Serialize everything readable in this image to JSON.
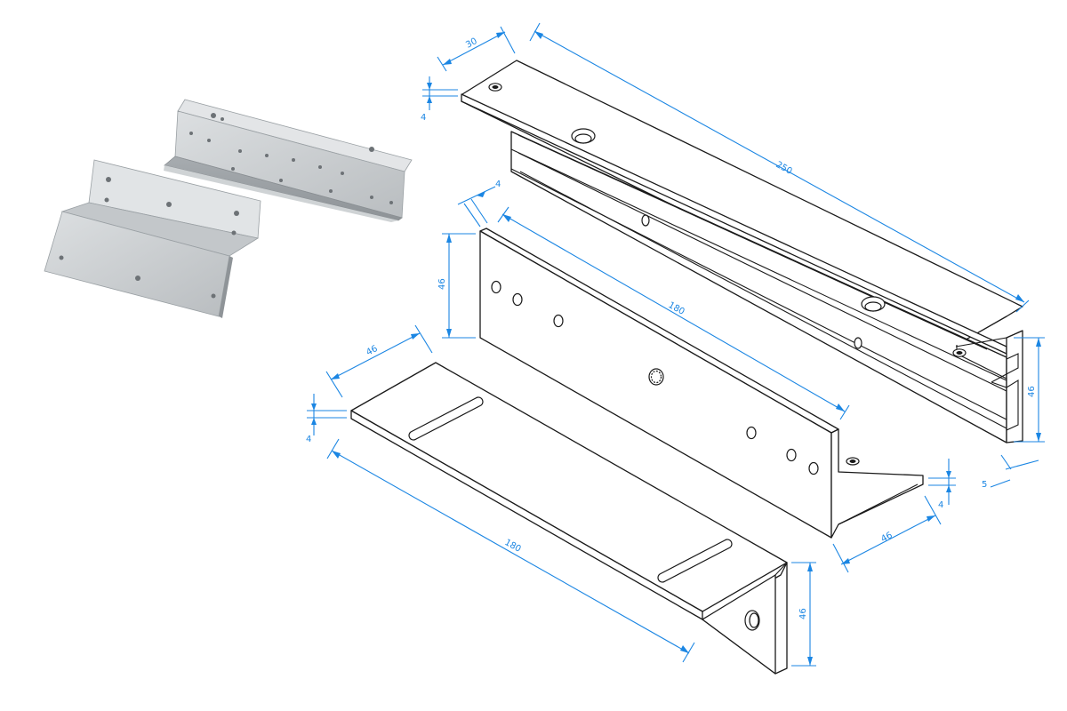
{
  "colors": {
    "dimension": "#1b86e3",
    "outline": "#1a1a1a",
    "photo_metal": "#c9ccce",
    "background": "#ffffff"
  },
  "photo": {
    "subject": "aluminium-z-and-l-brackets-photo"
  },
  "dimensions": {
    "top_depth": "30",
    "top_thickness": "4",
    "top_length": "250",
    "top_height": "46",
    "top_lip": "5",
    "plate_thickness": "4",
    "plate_height": "46",
    "plate_length": "180",
    "base_depth": "46",
    "base_thickness": "4",
    "base_length": "180",
    "base_height": "46",
    "lbracket_depth": "46",
    "lbracket_thickness": "4"
  }
}
